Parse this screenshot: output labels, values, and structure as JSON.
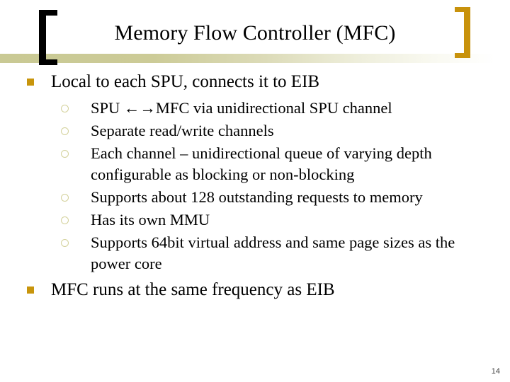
{
  "slide": {
    "title": "Memory Flow Controller (MFC)",
    "page_number": "14",
    "colors": {
      "bullet_square": "#c8950c",
      "bullet_circle": "#d3d19a",
      "rule_bar": "#c9c994",
      "bracket_left": "#000000",
      "bracket_right": "#c8920c",
      "text": "#000000",
      "background": "#ffffff"
    },
    "bullets": [
      {
        "level": 1,
        "marker": "filled-square",
        "text": "Local to each SPU, connects it to EIB",
        "children": [
          {
            "level": 2,
            "marker": "hollow-circle",
            "text": "SPU ←→MFC via unidirectional SPU channel"
          },
          {
            "level": 2,
            "marker": "hollow-circle",
            "text": "Separate read/write channels"
          },
          {
            "level": 2,
            "marker": "hollow-circle",
            "text": "Each channel – unidirectional queue of varying depth configurable as blocking or non-blocking"
          },
          {
            "level": 2,
            "marker": "hollow-circle",
            "text": "Supports about 128 outstanding requests to memory"
          },
          {
            "level": 2,
            "marker": "hollow-circle",
            "text": "Has its own MMU"
          },
          {
            "level": 2,
            "marker": "hollow-circle",
            "text": "Supports 64bit virtual address and same page sizes as the power core"
          }
        ]
      },
      {
        "level": 1,
        "marker": "filled-square",
        "text": "MFC runs at the same frequency as EIB",
        "children": []
      }
    ]
  }
}
